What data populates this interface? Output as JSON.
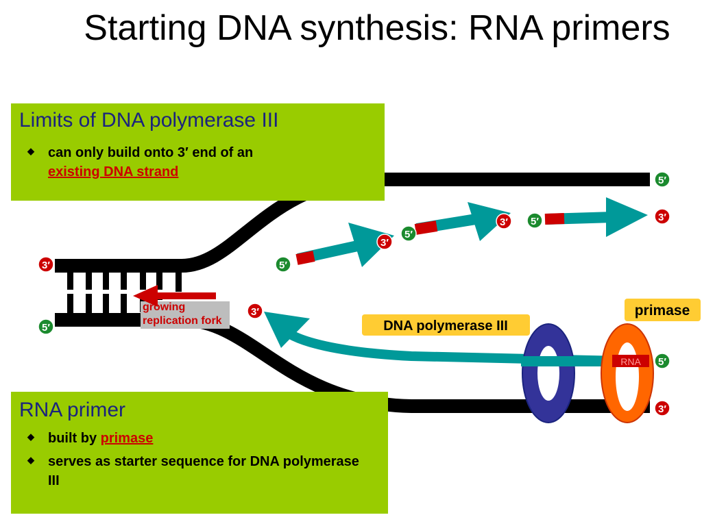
{
  "title": "Starting DNA synthesis: RNA primers",
  "box_top": {
    "heading": "Limits of DNA polymerase III",
    "bullet1_text": "can only build onto 3′ end of an",
    "bullet1_link": "existing DNA strand"
  },
  "box_bottom": {
    "heading": "RNA primer",
    "bullet1_text": "built by",
    "bullet1_link": "primase",
    "bullet2_text": "serves as starter sequence for DNA polymerase III"
  },
  "labels": {
    "five_prime": "5′",
    "three_prime": "3′",
    "growing_fork_line1": "growing",
    "growing_fork_line2": "replication fork",
    "dna_polymerase": "DNA polymerase III",
    "primase": "primase",
    "rna": "RNA"
  },
  "colors": {
    "box_green": "#99cc00",
    "heading_navy": "#1a237e",
    "strand_black": "#000000",
    "new_strand_teal": "#009999",
    "primer_red": "#cc0000",
    "polymerase_blue": "#333399",
    "primase_orange": "#ff6600",
    "label_yellow": "#ffcc33",
    "five_badge_green": "#1b8a2e",
    "three_badge_red": "#cc0000"
  }
}
